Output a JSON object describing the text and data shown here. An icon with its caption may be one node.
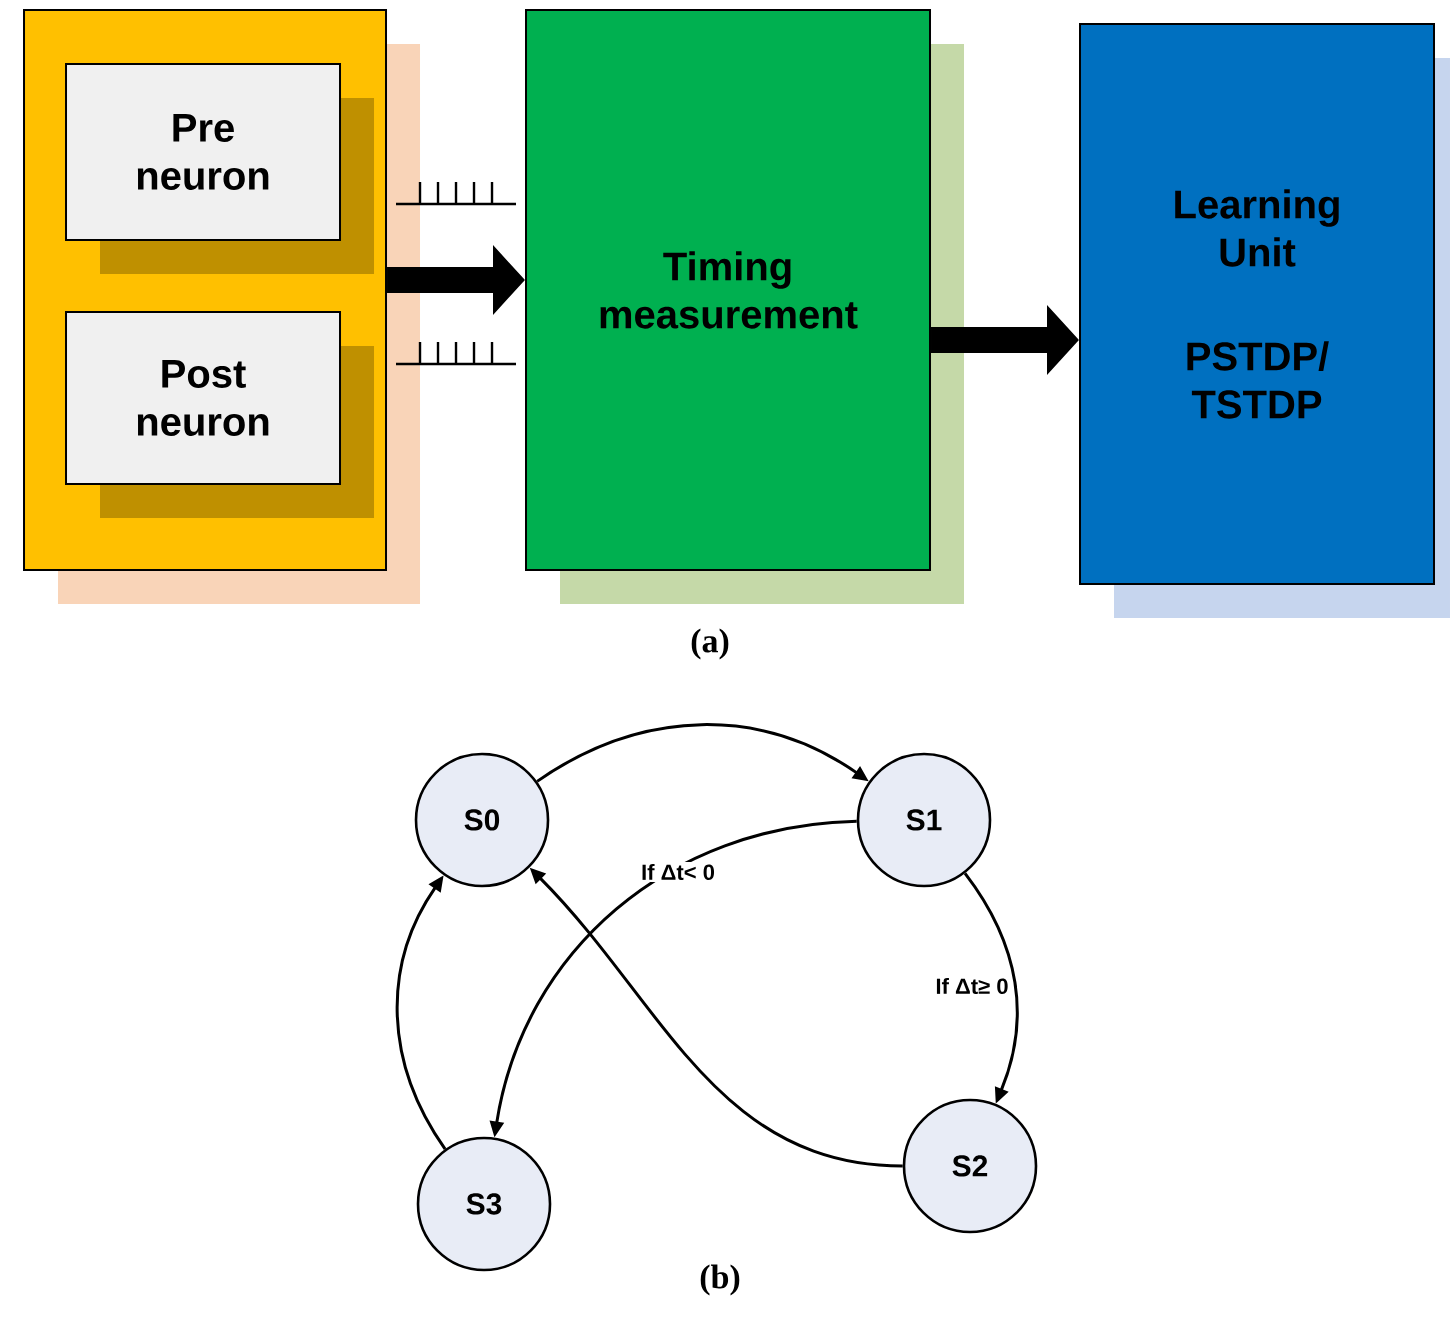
{
  "diagram": {
    "nodes": [
      {
        "text": [],
        "shape": "box"
      },
      {
        "text": [
          "Pre neuron"
        ],
        "in": 0
      },
      {
        "text": [
          "Post neuron"
        ],
        "in": 0
      },
      {
        "text": [
          "Timing measurement"
        ]
      },
      {
        "text": [
          "Learning Unit",
          "PSTDP/ TSTDP"
        ]
      },
      {
        "text": [
          "S0"
        ]
      },
      {
        "text": [
          "S1"
        ]
      },
      {
        "text": [
          "S2"
        ]
      },
      {
        "text": [
          "S3"
        ]
      }
    ],
    "edges": [
      {
        "from": 0,
        "to": 3,
        "arrow": "to",
        "style": "thick"
      },
      {
        "from": 3,
        "to": 4,
        "arrow": "to",
        "style": "thick"
      },
      {
        "from": 5,
        "to": 6,
        "arrow": "to"
      },
      {
        "from": 6,
        "to": 7,
        "arrow": "to",
        "label": "If Δt≥ 0"
      },
      {
        "from": 6,
        "to": 8,
        "arrow": "to",
        "label": "If Δt< 0"
      },
      {
        "from": 7,
        "to": 5,
        "arrow": "to"
      },
      {
        "from": 8,
        "to": 5,
        "arrow": "to"
      }
    ],
    "labels": [
      "(a)",
      "(b)"
    ]
  }
}
